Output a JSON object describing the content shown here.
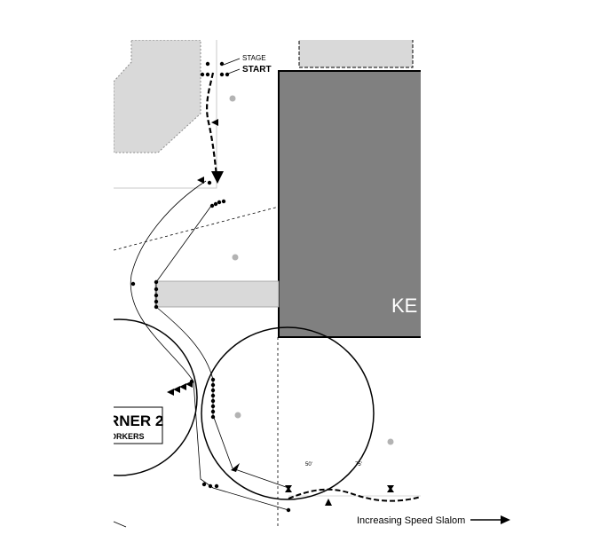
{
  "labels": {
    "stage": "STAGE",
    "start": "START",
    "building": "KE",
    "corner_title": "RNER 2",
    "corner_sub": "ORKERS",
    "dist_50": "50'",
    "dist_75": "75'",
    "slalom": "Increasing Speed Slalom"
  },
  "colors": {
    "building_fill": "#808080",
    "paved_fill": "#d9d9d9",
    "cone": "#000000",
    "marker": "#b3b3b3",
    "line": "#000000"
  }
}
